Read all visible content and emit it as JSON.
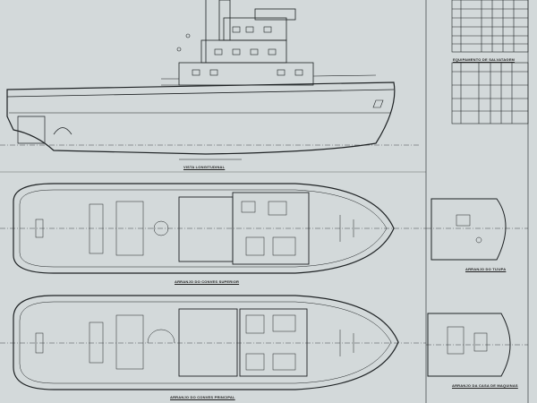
{
  "drawing": {
    "views": {
      "profile": "VISTA LONGITUDINAL",
      "upper_deck": "ARRANJO DO CONVES SUPERIOR",
      "main_deck": "ARRANJO DO CONVES PRINCIPAL",
      "tijupa": "ARRANJO DO TIJUPA",
      "wheelhouse": "ARRANJO DA CASA DE MAQUINAS"
    },
    "tables": {
      "safety_equipment_title": "EQUIPAMENTO DE SALVATAGEM"
    },
    "colors": {
      "paper": "#d3d9da",
      "ink": "#1e2224"
    }
  }
}
